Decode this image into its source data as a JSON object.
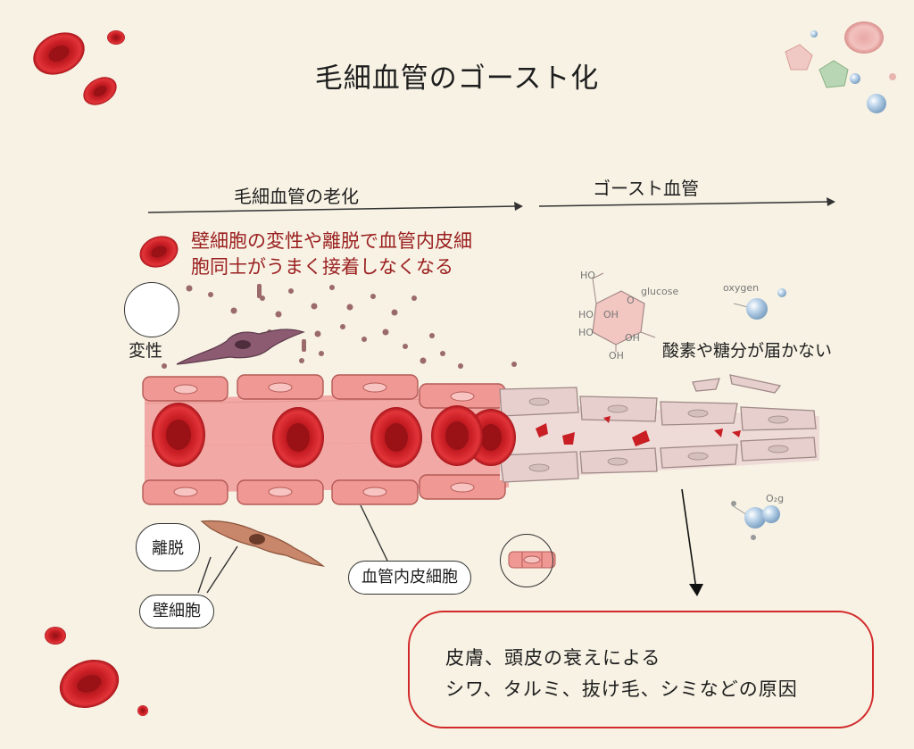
{
  "title": "毛細血管のゴースト化",
  "aging_header": "毛細血管の老化",
  "ghost_header": "ゴースト血管",
  "cause": {
    "line1": "壁細胞の変性や離脱で血管内皮細",
    "line2": "胞同士がうまく接着しなくなる"
  },
  "labels": {
    "degeneration": "変性",
    "detachment": "離脱",
    "pericyte": "壁細胞",
    "endothelial_cell": "血管内皮細胞",
    "no_supply": "酸素や糖分が届かない"
  },
  "chem": {
    "glucose": "glucose",
    "oxygen": "oxygen",
    "o2": "O₂g",
    "ho1": "HO",
    "ho2": "HO",
    "ho3": "HO",
    "oh1": "OH",
    "oh2": "OH",
    "oh3": "OH",
    "o_ring": "O"
  },
  "result": {
    "line1": "皮膚、頭皮の衰えによる",
    "line2": "シワ、タルミ、抜け毛、シミなどの原因"
  },
  "colors": {
    "background": "#f7f2e4",
    "vessel": "#f2a8a4",
    "red_cell": "#c81e24",
    "ghost_vessel": "#e6cfcd",
    "pericyte_purple": "#8c5b72",
    "pericyte_brown": "#c8866a",
    "accent_red": "#d22a2a"
  }
}
